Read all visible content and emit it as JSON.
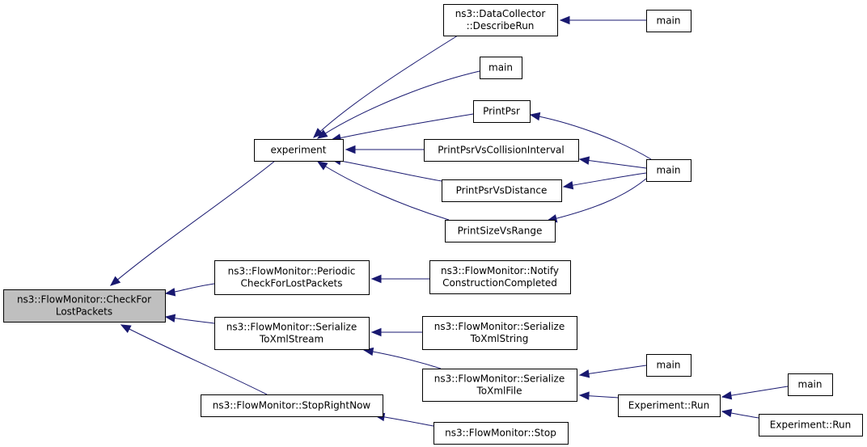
{
  "diagram": {
    "nodes": [
      {
        "id": "checkfor",
        "lines": [
          "ns3::FlowMonitor::CheckFor",
          "LostPackets"
        ],
        "focus": true
      },
      {
        "id": "experiment",
        "lines": [
          "experiment"
        ]
      },
      {
        "id": "periodic",
        "lines": [
          "ns3::FlowMonitor::Periodic",
          "CheckForLostPackets"
        ]
      },
      {
        "id": "serstream",
        "lines": [
          "ns3::FlowMonitor::Serialize",
          "ToXmlStream"
        ]
      },
      {
        "id": "stopnow",
        "lines": [
          "ns3::FlowMonitor::StopRightNow"
        ]
      },
      {
        "id": "datacoll",
        "lines": [
          "ns3::DataCollector",
          "::DescribeRun"
        ]
      },
      {
        "id": "main1",
        "lines": [
          "main"
        ]
      },
      {
        "id": "main2",
        "lines": [
          "main"
        ]
      },
      {
        "id": "printpsr",
        "lines": [
          "PrintPsr"
        ]
      },
      {
        "id": "printcoll",
        "lines": [
          "PrintPsrVsCollisionInterval"
        ]
      },
      {
        "id": "printdist",
        "lines": [
          "PrintPsrVsDistance"
        ]
      },
      {
        "id": "printsize",
        "lines": [
          "PrintSizeVsRange"
        ]
      },
      {
        "id": "main3",
        "lines": [
          "main"
        ]
      },
      {
        "id": "notify",
        "lines": [
          "ns3::FlowMonitor::Notify",
          "ConstructionCompleted"
        ]
      },
      {
        "id": "serstring",
        "lines": [
          "ns3::FlowMonitor::Serialize",
          "ToXmlString"
        ]
      },
      {
        "id": "serfile",
        "lines": [
          "ns3::FlowMonitor::Serialize",
          "ToXmlFile"
        ]
      },
      {
        "id": "stop",
        "lines": [
          "ns3::FlowMonitor::Stop"
        ]
      },
      {
        "id": "main4",
        "lines": [
          "main"
        ]
      },
      {
        "id": "exprun1",
        "lines": [
          "Experiment::Run"
        ]
      },
      {
        "id": "main5",
        "lines": [
          "main"
        ]
      },
      {
        "id": "exprun2",
        "lines": [
          "Experiment::Run"
        ]
      }
    ],
    "edges": [
      {
        "from": "experiment",
        "to": "checkfor"
      },
      {
        "from": "periodic",
        "to": "checkfor"
      },
      {
        "from": "serstream",
        "to": "checkfor"
      },
      {
        "from": "stopnow",
        "to": "checkfor"
      },
      {
        "from": "datacoll",
        "to": "experiment"
      },
      {
        "from": "main2",
        "to": "experiment"
      },
      {
        "from": "printpsr",
        "to": "experiment"
      },
      {
        "from": "printcoll",
        "to": "experiment"
      },
      {
        "from": "printdist",
        "to": "experiment"
      },
      {
        "from": "printsize",
        "to": "experiment"
      },
      {
        "from": "main1",
        "to": "datacoll"
      },
      {
        "from": "main3",
        "to": "printpsr"
      },
      {
        "from": "main3",
        "to": "printcoll"
      },
      {
        "from": "main3",
        "to": "printdist"
      },
      {
        "from": "main3",
        "to": "printsize"
      },
      {
        "from": "notify",
        "to": "periodic"
      },
      {
        "from": "serstring",
        "to": "serstream"
      },
      {
        "from": "serfile",
        "to": "serstream"
      },
      {
        "from": "main4",
        "to": "serfile"
      },
      {
        "from": "exprun1",
        "to": "serfile"
      },
      {
        "from": "main5",
        "to": "exprun1"
      },
      {
        "from": "exprun2",
        "to": "exprun1"
      },
      {
        "from": "stop",
        "to": "stopnow"
      }
    ]
  }
}
